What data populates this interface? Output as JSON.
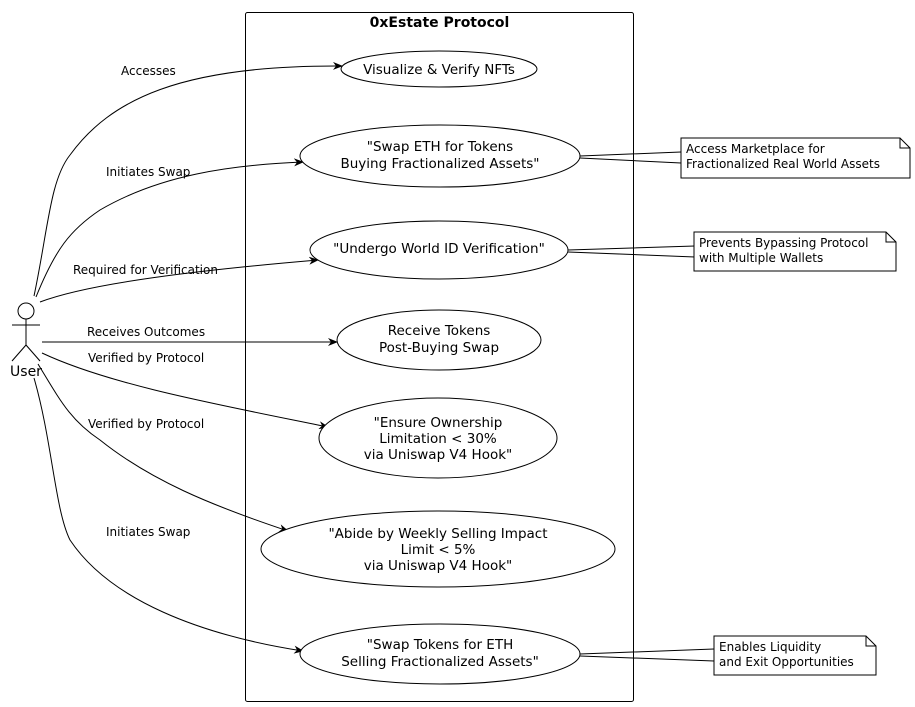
{
  "diagram": {
    "system_title": "0xEstate Protocol",
    "actor": {
      "label": "User"
    },
    "use_cases": [
      {
        "id": "uc1",
        "lines": [
          "Visualize & Verify NFTs"
        ]
      },
      {
        "id": "uc2",
        "lines": [
          "\"Swap ETH for Tokens",
          "Buying Fractionalized Assets\""
        ]
      },
      {
        "id": "uc3",
        "lines": [
          "\"Undergo World ID Verification\""
        ]
      },
      {
        "id": "uc4",
        "lines": [
          "Receive Tokens",
          "Post-Buying Swap"
        ]
      },
      {
        "id": "uc5",
        "lines": [
          "\"Ensure Ownership",
          "Limitation < 30%",
          "via Uniswap V4 Hook\""
        ]
      },
      {
        "id": "uc6",
        "lines": [
          "\"Abide by Weekly Selling Impact",
          "Limit < 5%",
          "via Uniswap V4 Hook\""
        ]
      },
      {
        "id": "uc7",
        "lines": [
          "\"Swap Tokens for ETH",
          "Selling Fractionalized Assets\""
        ]
      }
    ],
    "edges": [
      {
        "to": "uc1",
        "label": "Accesses"
      },
      {
        "to": "uc2",
        "label": "Initiates Swap"
      },
      {
        "to": "uc3",
        "label": "Required for Verification"
      },
      {
        "to": "uc4",
        "label": "Receives Outcomes"
      },
      {
        "to": "uc5",
        "label": "Verified by Protocol"
      },
      {
        "to": "uc6",
        "label": "Verified by Protocol"
      },
      {
        "to": "uc7",
        "label": "Initiates Swap"
      }
    ],
    "notes": [
      {
        "for": "uc2",
        "lines": [
          "Access Marketplace for",
          "Fractionalized Real World Assets"
        ]
      },
      {
        "for": "uc3",
        "lines": [
          "Prevents Bypassing Protocol",
          "with Multiple Wallets"
        ]
      },
      {
        "for": "uc7",
        "lines": [
          "Enables Liquidity",
          "and Exit Opportunities"
        ]
      }
    ]
  }
}
